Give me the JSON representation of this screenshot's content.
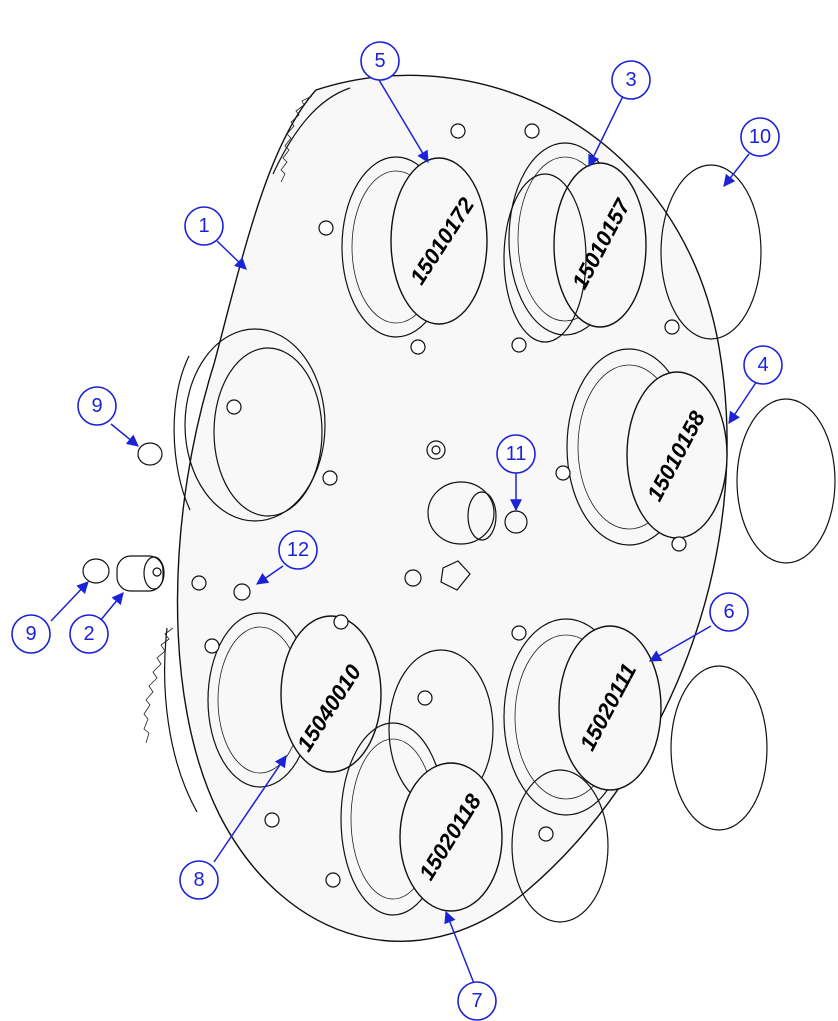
{
  "part_numbers": [
    "15010172",
    "15010157",
    "15010158",
    "15040010",
    "15020118",
    "15020111"
  ],
  "callouts": [
    "1",
    "2",
    "3",
    "4",
    "5",
    "6",
    "7",
    "8",
    "9",
    "9",
    "10",
    "11",
    "12"
  ],
  "colors": {
    "callout": "#1b22d8",
    "linework": "#111111",
    "background": "#ffffff"
  }
}
